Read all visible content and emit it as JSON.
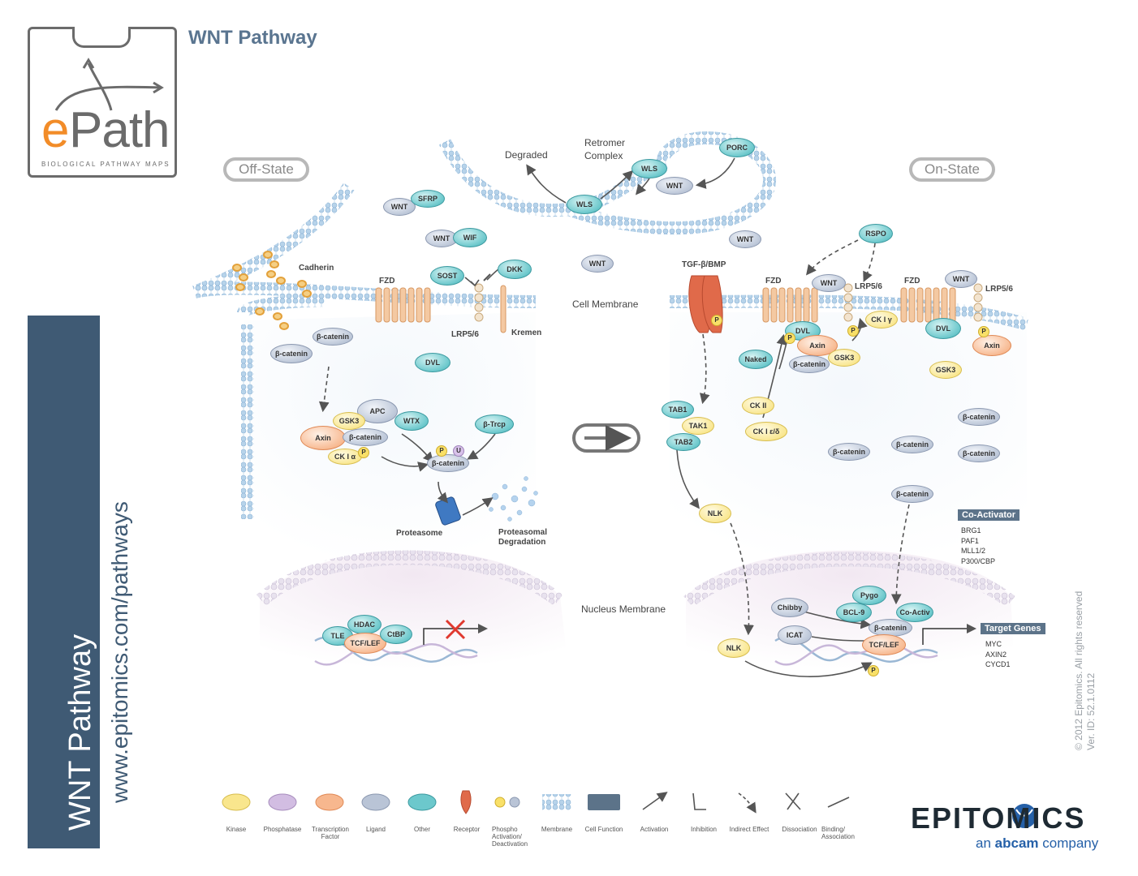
{
  "logo": {
    "e": "e",
    "path": "Path",
    "tagline": "BIOLOGICAL PATHWAY MAPS"
  },
  "title": "WNT Pathway",
  "sidebar": {
    "title": "WNT Pathway",
    "url": "www.epitomics.com/pathways"
  },
  "copyright": {
    "line1": "© 2012 Epitomics. All rights reserved",
    "line2": "Ver. ID: 52.1.0112"
  },
  "states": {
    "off": "Off-State",
    "on": "On-State"
  },
  "labels": {
    "degraded": "Degraded",
    "retromer": "Retromer",
    "complex": "Complex",
    "cadherin": "Cadherin",
    "fzd_left": "FZD",
    "lrp_left": "LRP5/6",
    "kremen": "Kremen",
    "cell_membrane": "Cell Membrane",
    "tgf": "TGF-β/BMP",
    "fzd_right1": "FZD",
    "lrp_right1": "LRP5/6",
    "fzd_right2": "FZD",
    "lrp_right2": "LRP5/6",
    "proteasome": "Proteasome",
    "prot_deg1": "Proteasomal",
    "prot_deg2": "Degradation",
    "nucleus_membrane": "Nucleus Membrane"
  },
  "nodes": {
    "wns_sfrp_wnt": "WNT",
    "sfrp": "SFRP",
    "wnt_wif": "WNT",
    "wif": "WIF",
    "sost": "SOST",
    "dkk": "DKK",
    "wnt_mid": "WNT",
    "wnt_mid2": "WNT",
    "wls_ret1": "WLS",
    "wls_ret2": "WLS",
    "wnt_ret": "WNT",
    "porc": "PORC",
    "bcat_l1": "β-catenin",
    "bcat_l2": "β-catenin",
    "dvl_l": "DVL",
    "apc": "APC",
    "gsk3_l": "GSK3",
    "wtx": "WTX",
    "axin_l": "Axin",
    "bcat_l3": "β-catenin",
    "ck1a": "CK I α",
    "btrcp": "β-Trcp",
    "bcat_l4": "β-catenin",
    "rspo": "RSPO",
    "wnt_r1": "WNT",
    "wnt_r2": "WNT",
    "dvl_r1": "DVL",
    "dvl_r2": "DVL",
    "axin_r1": "Axin",
    "axin_r2": "Axin",
    "gsk3_r1": "GSK3",
    "gsk3_r2": "GSK3",
    "bcat_r1": "β-catenin",
    "naked": "Naked",
    "ckg": "CK I γ",
    "ck2": "CK II",
    "cked": "CK I ε/δ",
    "tab1": "TAB1",
    "tak1": "TAK1",
    "tab2": "TAB2",
    "nlk1": "NLK",
    "nlk2": "NLK",
    "bcat_r2": "β-catenin",
    "bcat_r3": "β-catenin",
    "bcat_r4": "β-catenin",
    "bcat_r5": "β-catenin",
    "bcat_r6": "β-catenin",
    "pygo": "Pygo",
    "bcl9": "BCL-9",
    "coact": "Co-Activ",
    "chibby": "Chibby",
    "icat": "ICAT",
    "bcat_nuc": "β-catenin",
    "tcf_r": "TCF/LEF",
    "tle": "TLE",
    "hdac": "HDAC",
    "tcf_l": "TCF/LEF",
    "ctbp": "CtBP"
  },
  "coactivator": {
    "header": "Co-Activator",
    "items": [
      "BRG1",
      "PAF1",
      "MLL1/2",
      "P300/CBP"
    ]
  },
  "target_genes": {
    "header": "Target Genes",
    "items": [
      "MYC",
      "AXIN2",
      "CYCD1"
    ]
  },
  "legend": [
    {
      "label": "Kinase"
    },
    {
      "label": "Phosphatase"
    },
    {
      "label": "Transcription Factor"
    },
    {
      "label": "Ligand"
    },
    {
      "label": "Other"
    },
    {
      "label": "Receptor"
    },
    {
      "label": "Phospho Activation/ Deactivation"
    },
    {
      "label": "Membrane"
    },
    {
      "label": "Cell Function"
    },
    {
      "label": "Activation"
    },
    {
      "label": "Inhibition"
    },
    {
      "label": "Indirect Effect"
    },
    {
      "label": "Dissociation"
    },
    {
      "label": "Binding/ Association"
    }
  ],
  "brand": {
    "name": "EPITOMICS",
    "sub_prefix": "an",
    "sub_brand": "abcam",
    "sub_suffix": "company"
  }
}
